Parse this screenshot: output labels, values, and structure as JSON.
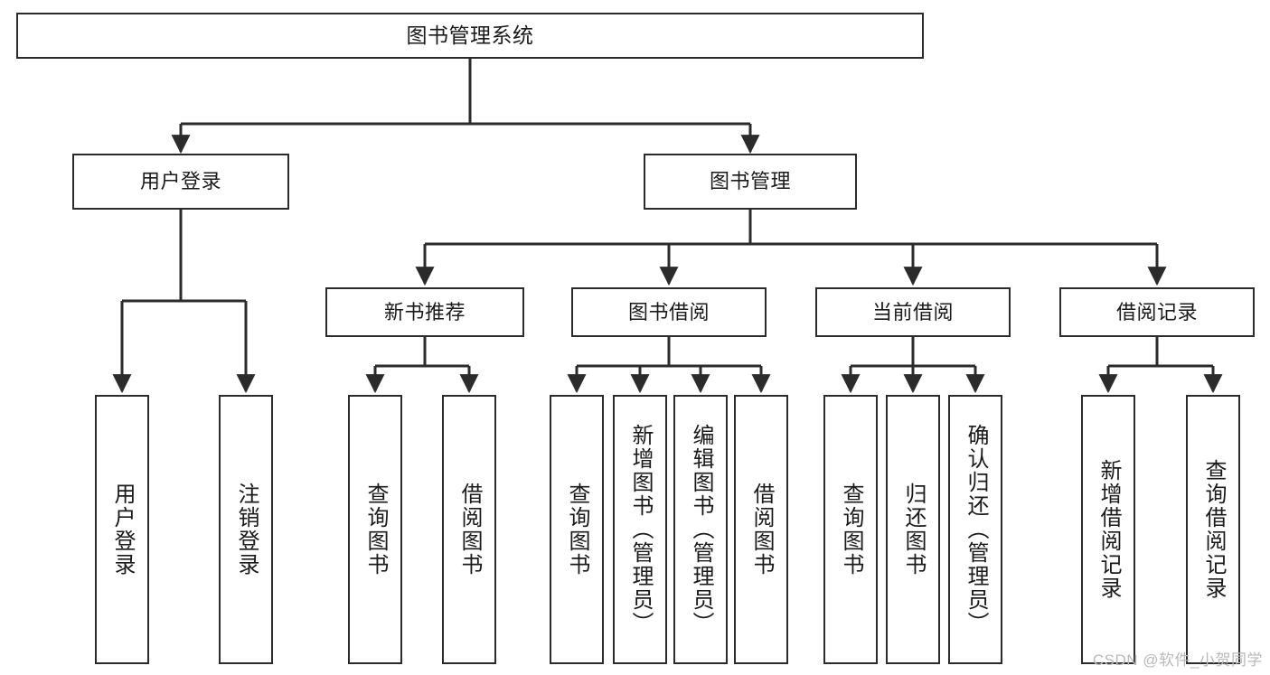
{
  "diagram": {
    "title": "图书管理系统",
    "type": "tree-hierarchy-diagram",
    "colors": {
      "border": "#2b2b2b",
      "background": "#ffffff",
      "text": "#1a1a1a",
      "watermark": "#b9b9b9"
    },
    "levels": {
      "level1": [
        "图书管理系统"
      ],
      "level2": [
        "用户登录",
        "图书管理"
      ],
      "level3": [
        "新书推荐",
        "图书借阅",
        "当前借阅",
        "借阅记录"
      ],
      "level4": [
        "用户登录",
        "注销登录",
        "查询图书",
        "借阅图书",
        "查询图书",
        "新增图书（管理员）",
        "编辑图书（管理员）",
        "借阅图书",
        "查询图书",
        "归还图书",
        "确认归还（管理员）",
        "新增借阅记录",
        "查询借阅记录"
      ]
    },
    "nodes": {
      "root": {
        "label": "图书管理系统"
      },
      "user_login": {
        "label": "用户登录"
      },
      "book_manage": {
        "label": "图书管理"
      },
      "new_book_rec": {
        "label": "新书推荐"
      },
      "book_borrow": {
        "label": "图书借阅"
      },
      "current_borrow": {
        "label": "当前借阅"
      },
      "borrow_record": {
        "label": "借阅记录"
      },
      "leaf_user_login": {
        "label": "用户登录"
      },
      "leaf_logout": {
        "label": "注销登录"
      },
      "leaf_query_book_1": {
        "label": "查询图书"
      },
      "leaf_borrow_book_1": {
        "label": "借阅图书"
      },
      "leaf_query_book_2": {
        "label": "查询图书"
      },
      "leaf_add_book": {
        "label": "新增图书（管理员）"
      },
      "leaf_edit_book": {
        "label": "编辑图书（管理员）"
      },
      "leaf_borrow_book_2": {
        "label": "借阅图书"
      },
      "leaf_query_book_3": {
        "label": "查询图书"
      },
      "leaf_return_book": {
        "label": "归还图书"
      },
      "leaf_confirm_return": {
        "label": "确认归还（管理员）"
      },
      "leaf_add_record": {
        "label": "新增借阅记录"
      },
      "leaf_query_record": {
        "label": "查询借阅记录"
      }
    },
    "watermark": "CSDN @软件_小贺同学"
  }
}
